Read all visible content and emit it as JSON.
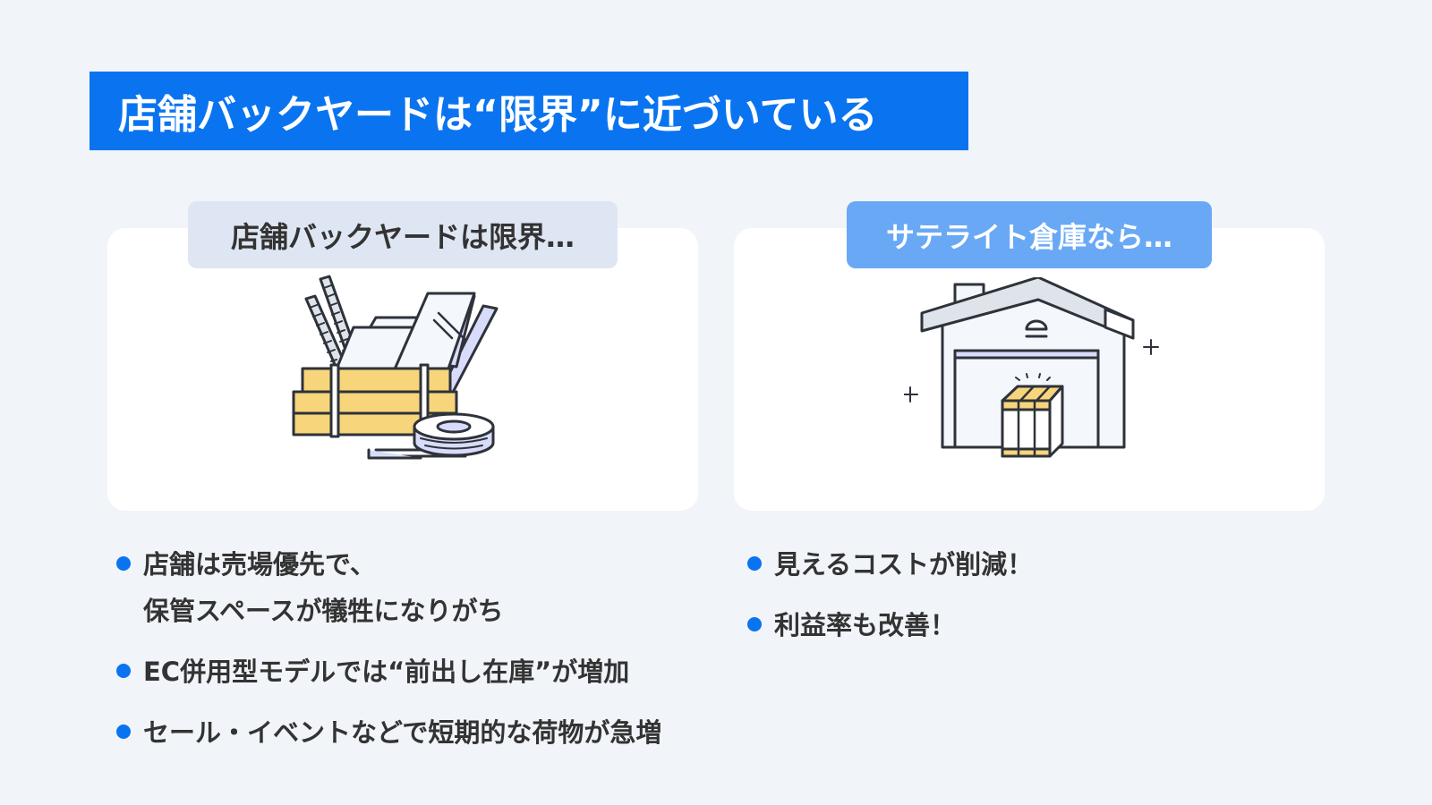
{
  "title": "店舗バックヤードは“限界”に近づいている",
  "colors": {
    "background": "#f1f4f9",
    "title_bar": "#0a74f0",
    "card": "#ffffff",
    "left_pill": "#dfe6f3",
    "right_pill": "#69a8f5",
    "bullet_dot": "#0a74f0",
    "text": "#333333",
    "box_yellow": "#f7d57a",
    "accent_lavender": "#d8dcfa",
    "outline": "#2e323a"
  },
  "left_panel": {
    "heading": "店舗バックヤードは限界…",
    "illustration": "cluttered-backyard-boxes-icon",
    "bullets": [
      {
        "lines": [
          "店舗は売場優先で、",
          "保管スペースが犠牲になりがち"
        ]
      },
      {
        "lines": [
          "EC併用型モデルでは“前出し在庫”が増加"
        ]
      },
      {
        "lines": [
          "セール・イベントなどで短期的な荷物が急増"
        ]
      }
    ]
  },
  "right_panel": {
    "heading": "サテライト倉庫なら…",
    "illustration": "warehouse-with-package-icon",
    "bullets": [
      {
        "lines": [
          "見えるコストが削減！"
        ]
      },
      {
        "lines": [
          "利益率も改善！"
        ]
      }
    ]
  }
}
